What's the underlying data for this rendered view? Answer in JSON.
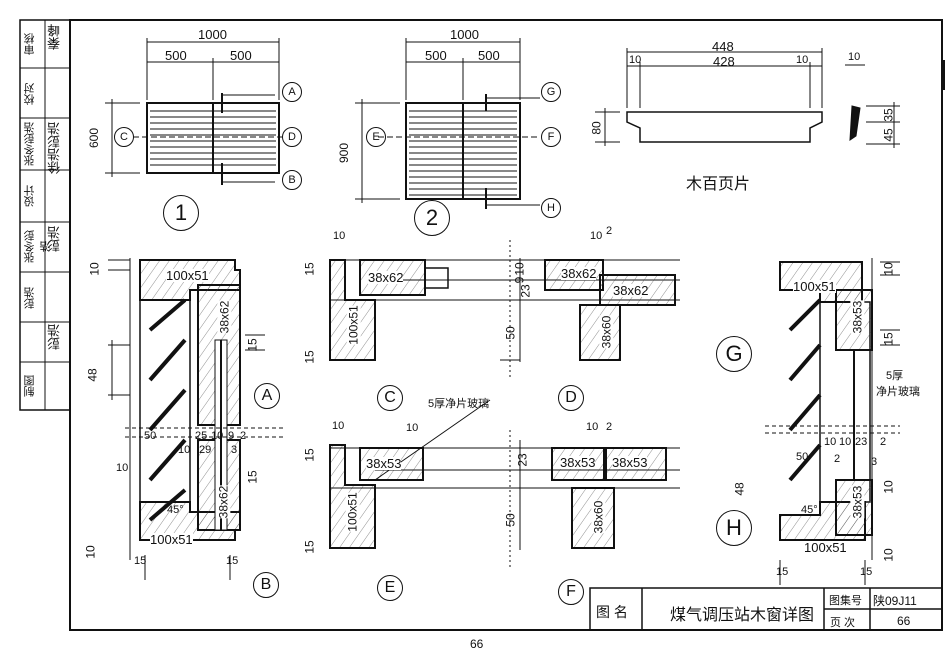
{
  "side_strip": {
    "rows": [
      "审核",
      "校对",
      "张冬彭浩",
      "设计",
      "张冬彭浩",
      "彭浩",
      "制图"
    ],
    "signatures": [
      "秦峰",
      "徐浩彭浩",
      "彭浩",
      "彭浩"
    ]
  },
  "titleblock": {
    "name_label": "图 名",
    "title": "煤气调压站木窗详图",
    "atlas_label": "图集号",
    "atlas_value": "陕09J11",
    "page_label": "页 次",
    "page_value": "66"
  },
  "page_number": "66",
  "elevations": {
    "e1": {
      "label": "1",
      "width": "1000",
      "half_a": "500",
      "half_b": "500",
      "height": "600",
      "cuts": [
        "A",
        "B",
        "C",
        "D"
      ]
    },
    "e2": {
      "label": "2",
      "width": "1000",
      "half_a": "500",
      "half_b": "500",
      "height": "900",
      "cuts": [
        "G",
        "H",
        "E",
        "F"
      ]
    }
  },
  "louver": {
    "title": "木百页片",
    "total": "448",
    "left": "10",
    "mid": "428",
    "right": "10",
    "height": "80",
    "side_w": "10",
    "side_a": "35",
    "side_b": "45"
  },
  "sections": {
    "A": {
      "label": "A",
      "frame": "100x51",
      "sash": "38x62",
      "dims": [
        "10",
        "48",
        "15"
      ]
    },
    "B": {
      "label": "B",
      "frame": "100x51",
      "sash": "38x62",
      "dims": [
        "50",
        "25",
        "10",
        "9",
        "2",
        "10",
        "29",
        "3",
        "10",
        "15",
        "15",
        "45°",
        "10"
      ]
    },
    "C": {
      "label": "C",
      "frame": "100x51",
      "sash": "38x62",
      "dims": [
        "10",
        "15",
        "15"
      ]
    },
    "D": {
      "label": "D",
      "sash": "38x62",
      "sash2": "38x62",
      "mullion": "38x60",
      "dims": [
        "10",
        "2",
        "10",
        "9",
        "2",
        "23",
        "10",
        "9",
        "10",
        "2",
        "50"
      ]
    },
    "E": {
      "label": "E",
      "frame": "100x51",
      "sash": "38x53",
      "dims": [
        "10",
        "10",
        "15",
        "15"
      ]
    },
    "F": {
      "label": "F",
      "sash": "38x53",
      "sash2": "38x53",
      "mullion": "38x60",
      "dims": [
        "10",
        "2",
        "2",
        "23",
        "2",
        "10",
        "50"
      ]
    },
    "G": {
      "label": "G",
      "frame": "100x51",
      "sash": "38x53",
      "dims": [
        "10",
        "15"
      ]
    },
    "H": {
      "label": "H",
      "frame": "100x51",
      "sash": "38x53",
      "dims": [
        "10",
        "10",
        "23",
        "2",
        "50",
        "2",
        "3",
        "48",
        "10",
        "45°",
        "15",
        "15",
        "10"
      ]
    }
  },
  "glass_note": "5厚净片玻璃",
  "glass_note_right": [
    "5厚",
    "净片玻璃"
  ]
}
